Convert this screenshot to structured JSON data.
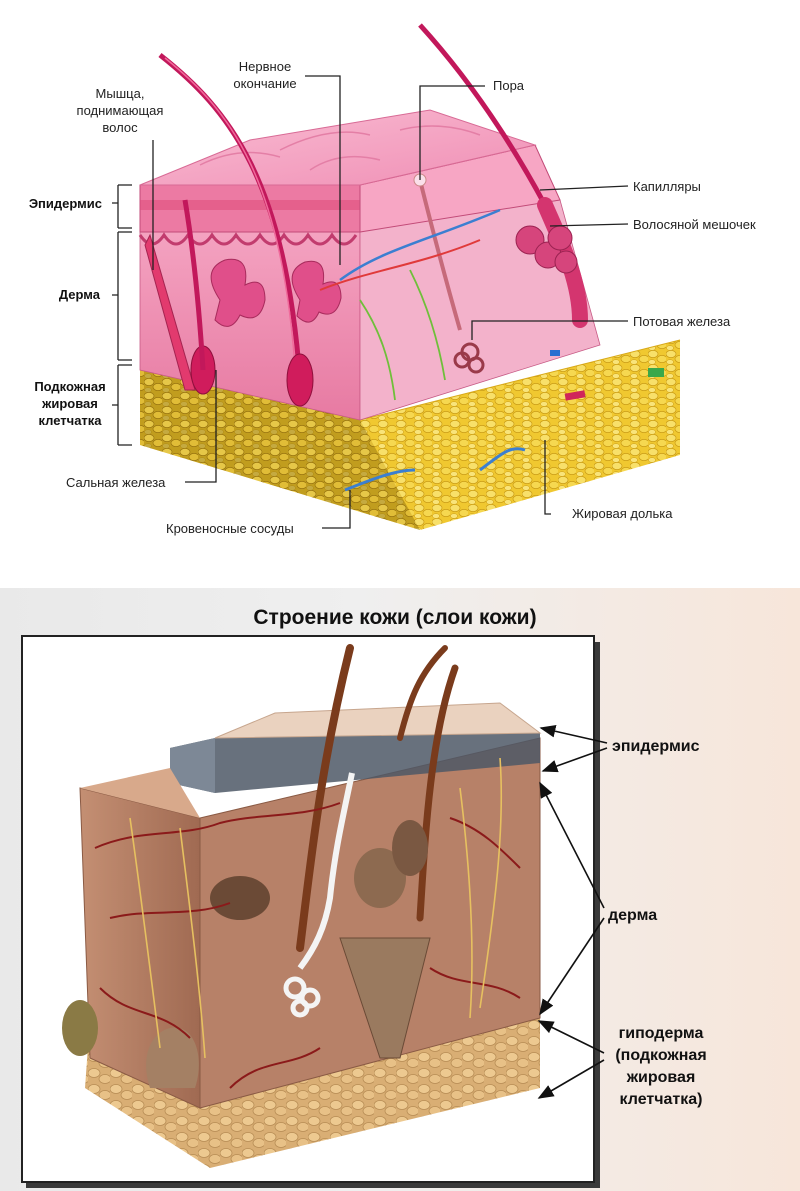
{
  "top": {
    "labels": {
      "muscle_line1": "Мышца,",
      "muscle_line2": "поднимающая",
      "muscle_line3": "волос",
      "nerve_line1": "Нервное",
      "nerve_line2": "окончание",
      "pore": "Пора",
      "capillaries": "Капилляры",
      "follicle": "Волосяной мешочек",
      "sweat_gland": "Потовая железа",
      "fat_lobule": "Жировая долька",
      "vessels": "Кровеносные сосуды",
      "sebaceous": "Сальная железа",
      "epidermis": "Эпидермис",
      "dermis": "Дерма",
      "hypo_line1": "Подкожная",
      "hypo_line2": "жировая",
      "hypo_line3": "клетчатка"
    },
    "colors": {
      "epidermis": "#f29ab8",
      "dermis": "#e8789e",
      "fat": "#f2d23c",
      "hair": "#c2185b"
    }
  },
  "bottom": {
    "title": "Строение кожи (слои кожи)",
    "labels": {
      "epidermis": "эпидермис",
      "dermis": "дерма",
      "hypo_line1": "гиподерма",
      "hypo_line2": "(подкожная",
      "hypo_line3": "жировая",
      "hypo_line4": "клетчатка)"
    },
    "colors": {
      "model_skin": "#c89a7e",
      "fat": "#e6c28a",
      "vessels": "#8b1a1a"
    }
  }
}
